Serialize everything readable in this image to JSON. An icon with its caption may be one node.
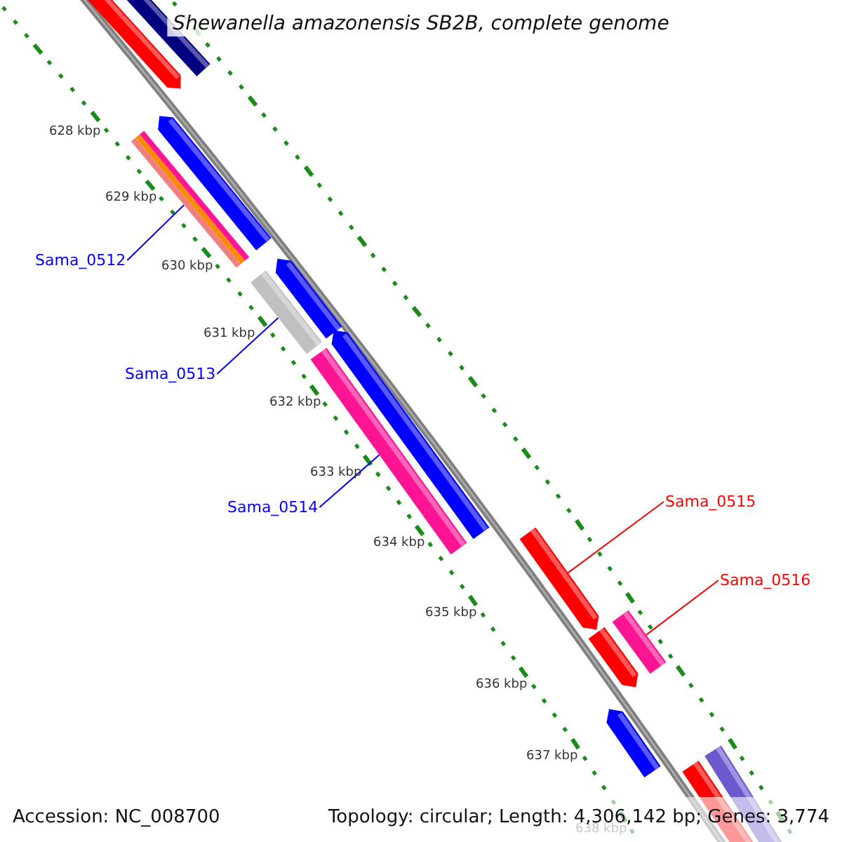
{
  "diagram": {
    "title": "Shewanella amazonensis SB2B, complete genome",
    "nodes": [
      {
        "text": [
          "Sama_0512"
        ]
      },
      {
        "text": [],
        "shape": "bar"
      },
      {
        "text": [
          "Sama_0513"
        ]
      },
      {
        "text": [],
        "shape": "bar"
      },
      {
        "text": [
          "Sama_0514"
        ]
      },
      {
        "text": [],
        "shape": "bar"
      },
      {
        "text": [
          "Sama_0515"
        ]
      },
      {
        "text": [],
        "shape": "bar"
      },
      {
        "text": [
          "Sama_0516"
        ]
      },
      {
        "text": [],
        "shape": "bar"
      },
      {
        "text": [],
        "shape": "bar"
      },
      {
        "text": [],
        "shape": "bar"
      },
      {
        "text": [],
        "shape": "bar"
      },
      {
        "text": [],
        "shape": "bar"
      },
      {
        "text": [],
        "shape": "bar"
      },
      {
        "text": [],
        "shape": "bar"
      },
      {
        "text": [],
        "shape": "bar"
      },
      {
        "text": [],
        "shape": "bar"
      },
      {
        "text": [],
        "shape": "bar"
      }
    ],
    "edges": [
      {
        "from": 0,
        "to": 1,
        "arrow": "none"
      },
      {
        "from": 2,
        "to": 3,
        "arrow": "none"
      },
      {
        "from": 4,
        "to": 5,
        "arrow": "none"
      },
      {
        "from": 6,
        "to": 7,
        "arrow": "none",
        "color": "#ff0000"
      },
      {
        "from": 8,
        "to": 9,
        "arrow": "none",
        "color": "#ff0000"
      }
    ],
    "labels": [
      "628 kbp",
      "629 kbp",
      "630 kbp",
      "631 kbp",
      "632 kbp",
      "633 kbp",
      "634 kbp",
      "635 kbp",
      "636 kbp",
      "637 kbp",
      "638 kbp",
      "Accession: NC_008700",
      "Topology: circular; Length: 4,306,142 bp; Genes: 3,774"
    ]
  }
}
